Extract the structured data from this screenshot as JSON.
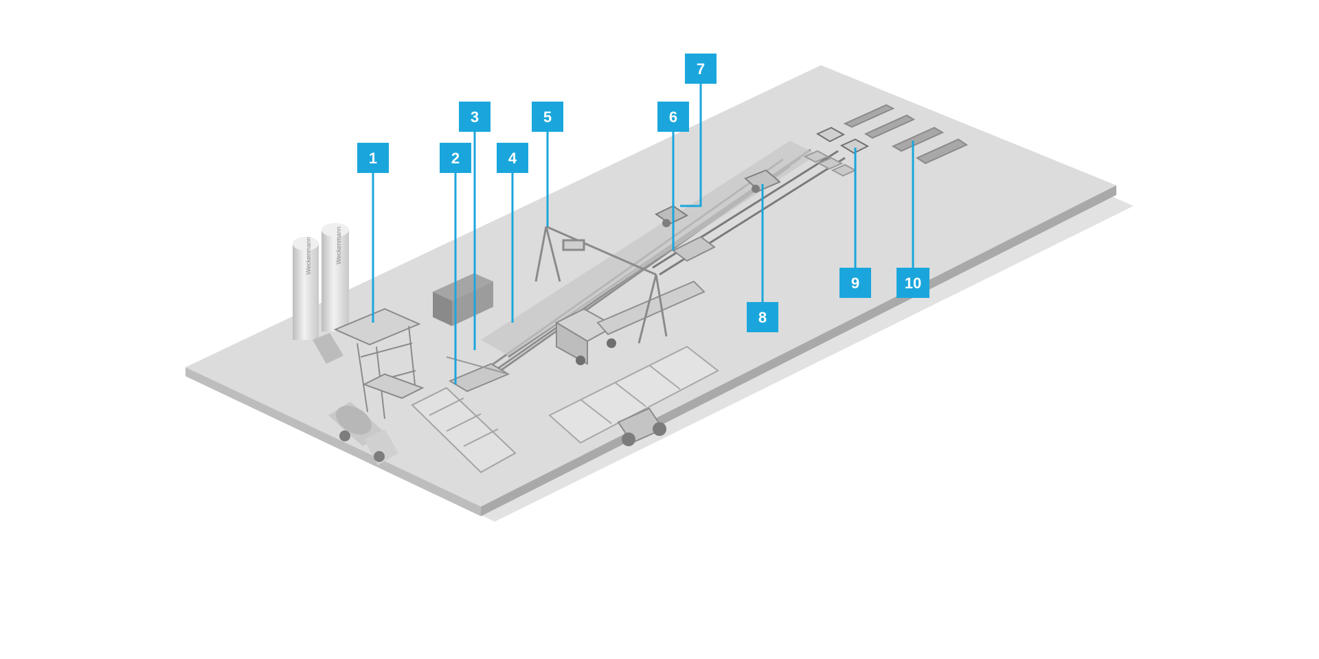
{
  "diagram": {
    "type": "plant-layout-isometric",
    "accent_color": "#1aa6dc",
    "platform_color": "#dcdcdc",
    "silo_brand_text": "Weckenmann",
    "callouts": [
      {
        "id": "1",
        "label": "1"
      },
      {
        "id": "2",
        "label": "2"
      },
      {
        "id": "3",
        "label": "3"
      },
      {
        "id": "4",
        "label": "4"
      },
      {
        "id": "5",
        "label": "5"
      },
      {
        "id": "6",
        "label": "6"
      },
      {
        "id": "7",
        "label": "7"
      },
      {
        "id": "8",
        "label": "8"
      },
      {
        "id": "9",
        "label": "9"
      },
      {
        "id": "10",
        "label": "10"
      }
    ]
  }
}
